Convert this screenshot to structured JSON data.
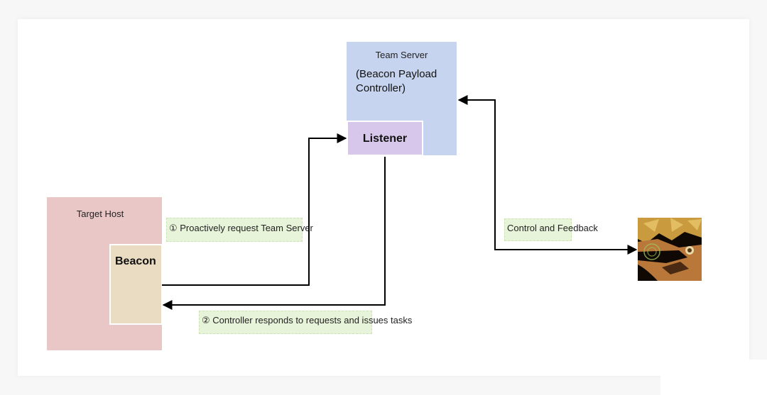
{
  "nodes": {
    "team_server": {
      "title": "Team Server",
      "subtitle": "(Beacon Payload Controller)"
    },
    "listener": {
      "label": "Listener"
    },
    "target_host": {
      "title": "Target Host"
    },
    "beacon": {
      "label": "Beacon"
    }
  },
  "notes": {
    "step_1": "① Proactively request Team Server",
    "step_2": "② Controller responds to requests and issues tasks",
    "control": "Control and Feedback"
  },
  "colors": {
    "team_server_fill": "#c7d4ef",
    "listener_fill": "#d7c7ea",
    "target_host_fill": "#e9c7c7",
    "beacon_fill": "#eadbc3",
    "note_fill": "#e8f4d9",
    "arrow": "#000000"
  },
  "icons": {
    "operator": "operator-avatar-icon"
  }
}
